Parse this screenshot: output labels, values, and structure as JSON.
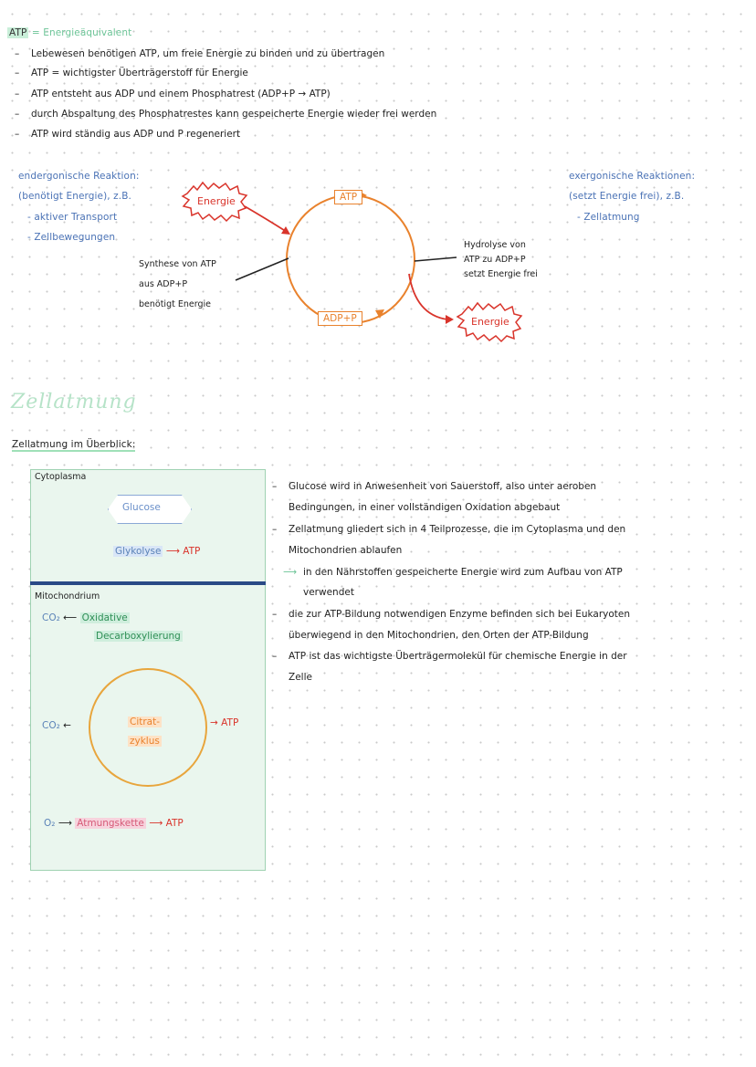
{
  "header": {
    "atp": "ATP",
    "eq": "= Energieäquivalent",
    "bullets": [
      "Lebewesen benötigen ATP, um freie Energie zu binden und zu übertragen",
      "ATP = wichtigster Überträgerstoff für Energie",
      "ATP entsteht aus ADP und einem Phosphatrest (ADP+P → ATP)",
      "durch Abspaltung des Phosphatrestes kann gespeicherte Energie wieder frei werden",
      "ATP wird ständig aus ADP und P regeneriert"
    ]
  },
  "cycle": {
    "endergonic": {
      "title": "endergonische Reaktion:",
      "line2": "(benötigt Energie), z.B.",
      "items": [
        "- aktiver Transport",
        "- Zellbewegungen"
      ]
    },
    "exergonic": {
      "title": "exergonische Reaktionen:",
      "line2": "(setzt Energie frei), z.B.",
      "items": [
        "- Zellatmung"
      ]
    },
    "energie_in": "Energie",
    "energie_out": "Energie",
    "atp_box": "ATP",
    "adp_box": "ADP+P",
    "synthese": [
      "Synthese von ATP",
      "aus ADP+P",
      "benötigt Energie"
    ],
    "hydrolyse": [
      "Hydrolyse von",
      "ATP zu ADP+P",
      "setzt Energie frei"
    ]
  },
  "zellatmung": {
    "title": "Zellatmung",
    "subtitle": "Zellatmung im Überblick:",
    "cytoplasma": "Cytoplasma",
    "glucose": "Glucose",
    "glykolyse": "Glykolyse",
    "mitochondrium": "Mitochondrium",
    "co2_a": "CO₂",
    "oxidative": "Oxidative",
    "decarboxylierung": "Decarboxylierung",
    "co2_b": "CO₂",
    "citrat_1": "Citrat-",
    "citrat_2": "zyklus",
    "o2": "O₂",
    "atmungskette": "Atmungskette",
    "atp1": "ATP",
    "atp2": "ATP",
    "atp3": "ATP",
    "notes": [
      "Glucose wird in Anwesenheit von Sauerstoff, also unter aeroben",
      "Bedingungen, in einer vollständigen Oxidation abgebaut",
      "Zellatmung gliedert sich in 4 Teilprozesse, die im Cytoplasma und den",
      "Mitochondrien ablaufen",
      "in den Nährstoffen gespeicherte Energie wird zum Aufbau von ATP",
      "verwendet",
      "die zur ATP-Bildung notwendigen Enzyme befinden sich bei Eukaryoten",
      "überwiegend in den Mitochondrien, den Orten der ATP-Bildung",
      "ATP ist das wichtigste Überträgermolekül für chemische Energie in der",
      "Zelle"
    ]
  },
  "colors": {
    "green": "#6cc497",
    "blue": "#4a72b5",
    "red": "#d9342b",
    "orange": "#e9822d",
    "navy": "#2a4a86"
  }
}
